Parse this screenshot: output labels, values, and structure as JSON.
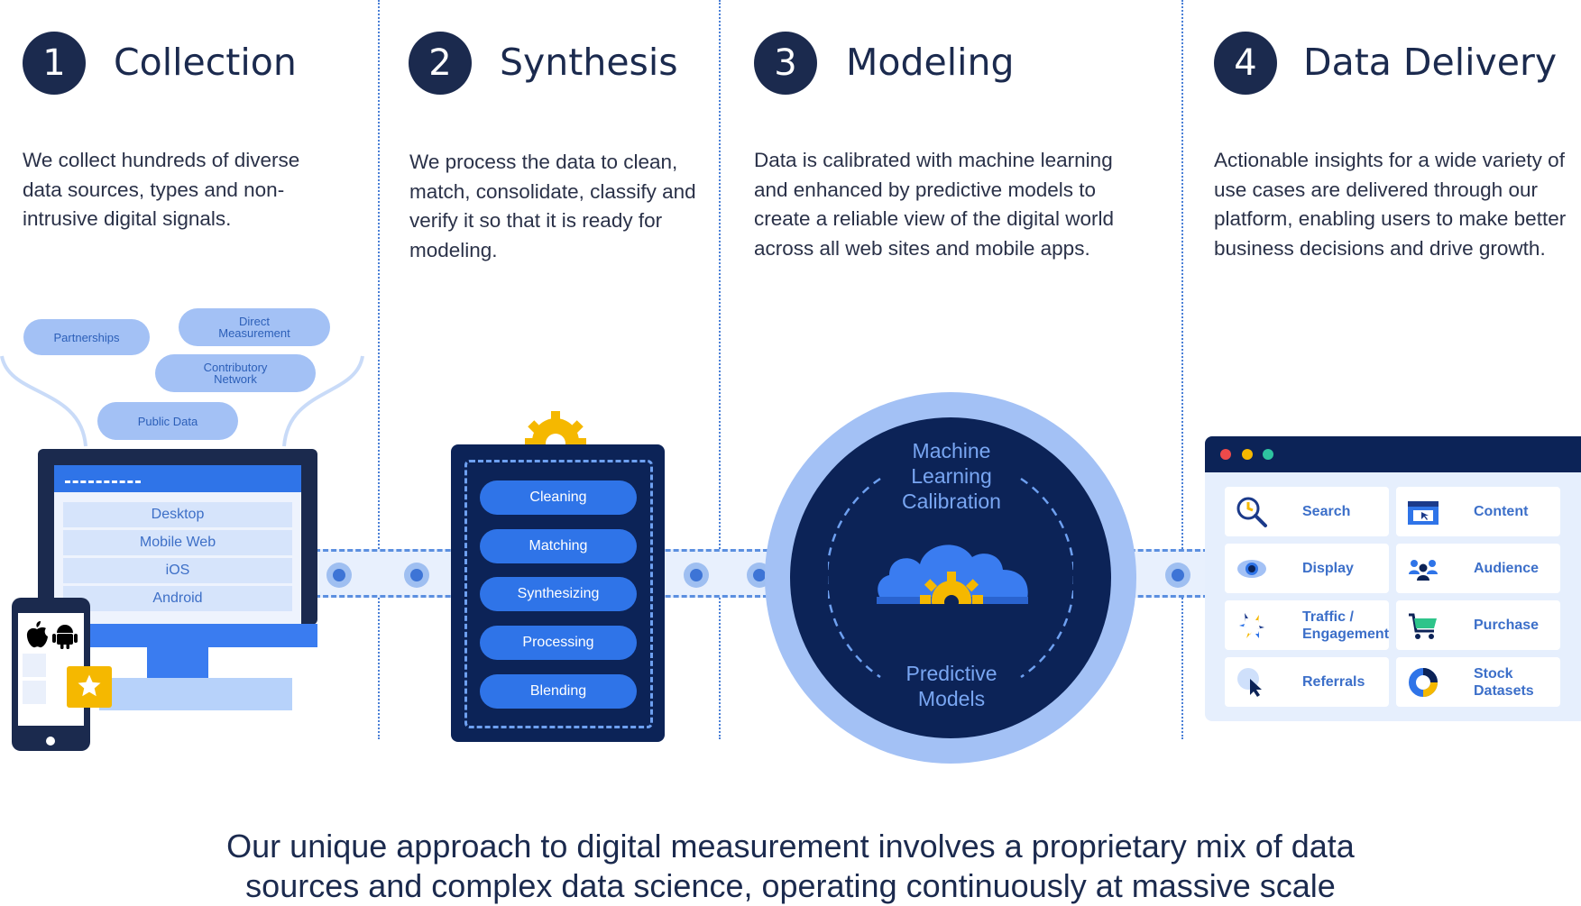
{
  "steps": [
    {
      "number": "1",
      "title": "Collection",
      "desc": "We collect hundreds of diverse data sources, types and non-intrusive digital signals."
    },
    {
      "number": "2",
      "title": "Synthesis",
      "desc": "We process the data to clean, match, consolidate, classify and verify it so that it is ready for modeling."
    },
    {
      "number": "3",
      "title": "Modeling",
      "desc": "Data is calibrated with machine learning and enhanced by predictive models to create a reliable view of the digital world across all web sites and mobile apps."
    },
    {
      "number": "4",
      "title": "Data Delivery",
      "desc": "Actionable insights for a wide variety of use cases are delivered through our platform, enabling users to make better business decisions and drive growth."
    }
  ],
  "collection": {
    "sources": [
      "Partnerships",
      "Direct Measurement",
      "Contributory Network",
      "Public Data"
    ],
    "platforms": [
      "Desktop",
      "Mobile Web",
      "iOS",
      "Android"
    ]
  },
  "synthesis": {
    "processes": [
      "Cleaning",
      "Matching",
      "Synthesizing",
      "Processing",
      "Blending"
    ]
  },
  "modeling": {
    "top_label": "Machine Learning Calibration",
    "bottom_label": "Predictive Models"
  },
  "delivery": {
    "tiles": [
      {
        "label": "Search",
        "icon": "magnifier-icon"
      },
      {
        "label": "Content",
        "icon": "content-window-icon"
      },
      {
        "label": "Display",
        "icon": "eye-icon"
      },
      {
        "label": "Audience",
        "icon": "people-icon"
      },
      {
        "label": "Traffic / Engagement",
        "icon": "traffic-arrows-icon"
      },
      {
        "label": "Purchase",
        "icon": "cart-icon"
      },
      {
        "label": "Referrals",
        "icon": "cursor-icon"
      },
      {
        "label": "Stock Datasets",
        "icon": "donut-chart-icon"
      }
    ]
  },
  "footer": {
    "line1": "Our unique approach to digital measurement involves a proprietary mix of data",
    "line2": "sources and complex data science, operating continuously at massive scale"
  },
  "colors": {
    "navy": "#1b2a4e",
    "dark_panel": "#0c2357",
    "accent_blue": "#2f74e8",
    "light_blue": "#a3c1f5",
    "yellow": "#f5b800"
  }
}
